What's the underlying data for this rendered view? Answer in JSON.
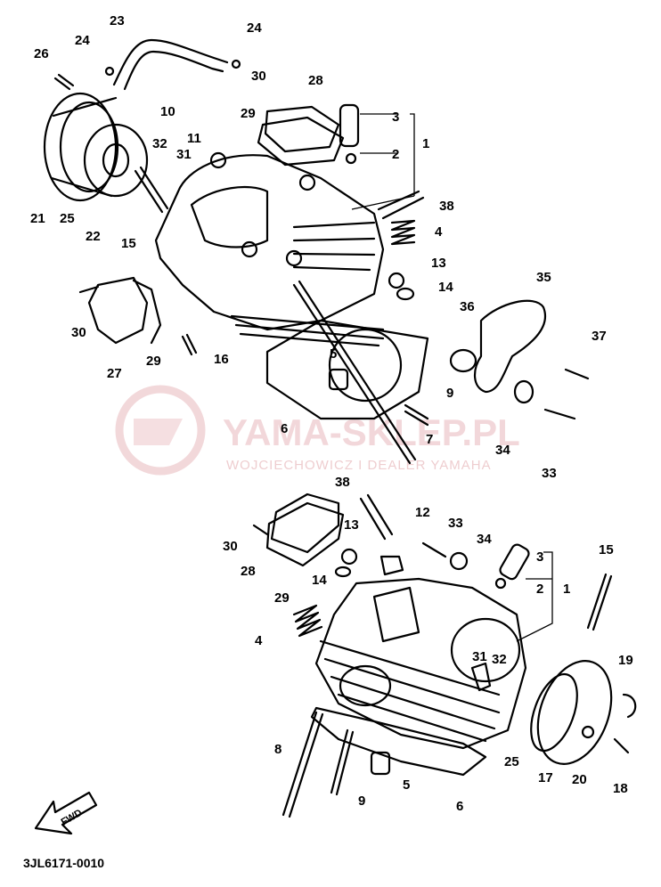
{
  "diagram_code": "3JL6171-0010",
  "watermark": {
    "title": "YAMA-SKLEP.PL",
    "subtitle": "WOJCIECHOWICZ I DEALER YAMAHA"
  },
  "direction_label": "FWD",
  "colors": {
    "ink": "#000000",
    "watermark": "#e8b8bc"
  },
  "top_assembly_labels": [
    "23",
    "24",
    "24",
    "26",
    "30",
    "28",
    "10",
    "29",
    "3",
    "1",
    "11",
    "2",
    "32",
    "31",
    "38",
    "21",
    "25",
    "22",
    "15",
    "4",
    "13",
    "14",
    "35",
    "36",
    "30",
    "27",
    "29",
    "16",
    "5",
    "37",
    "9",
    "6",
    "34",
    "7",
    "33"
  ],
  "bottom_assembly_labels": [
    "38",
    "12",
    "33",
    "34",
    "30",
    "13",
    "3",
    "28",
    "14",
    "2",
    "1",
    "29",
    "15",
    "4",
    "31",
    "32",
    "19",
    "8",
    "25",
    "17",
    "20",
    "5",
    "18",
    "9",
    "6"
  ]
}
